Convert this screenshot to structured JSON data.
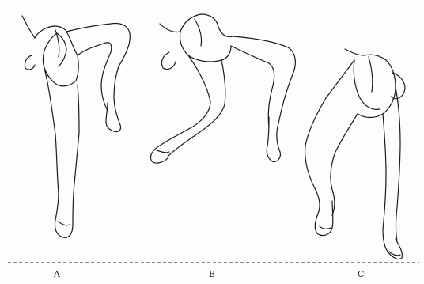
{
  "figures": [
    {
      "label": "A"
    },
    {
      "label": "B"
    },
    {
      "label": "C"
    }
  ]
}
